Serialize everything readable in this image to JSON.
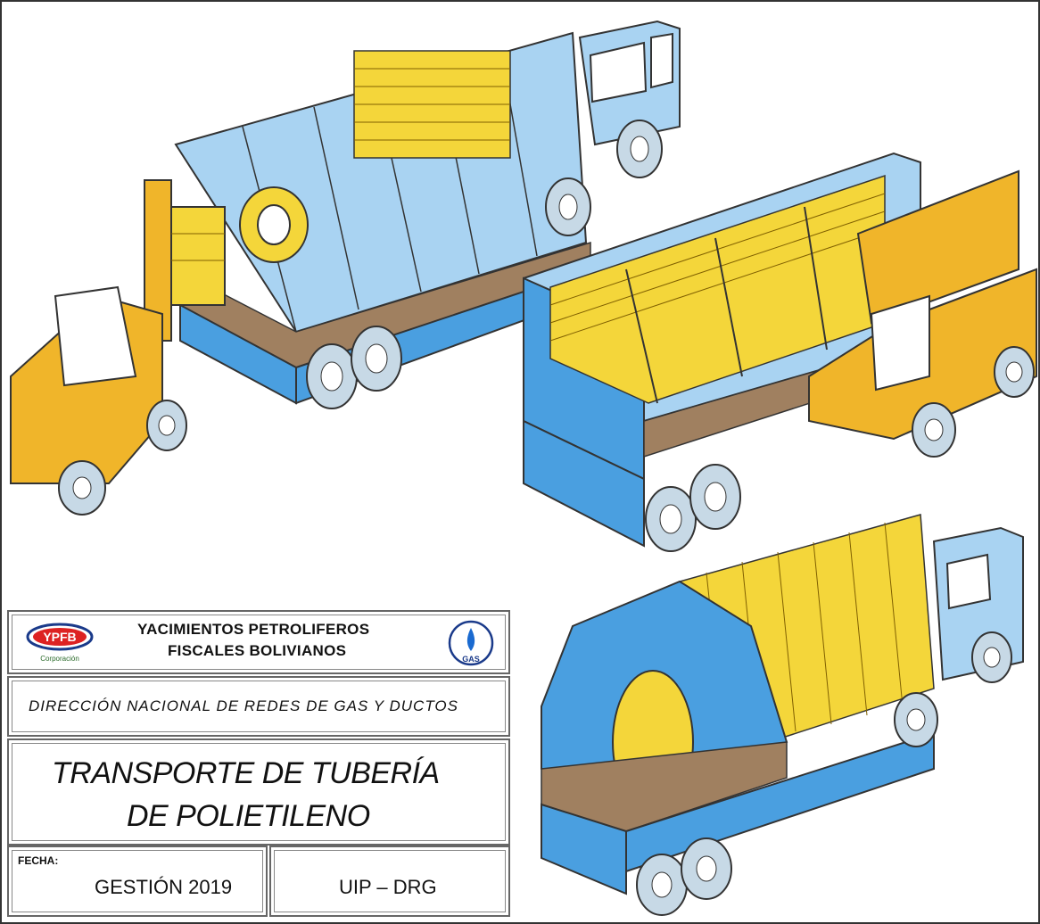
{
  "titleblock": {
    "org_line1": "YACIMIENTOS PETROLIFEROS",
    "org_line2": "FISCALES BOLIVIANOS",
    "logo_left_text": "YPFB",
    "logo_left_sub": "Corporación",
    "logo_right_text": "GAS",
    "direction": "DIRECCIÓN NACIONAL DE REDES DE GAS Y DUCTOS",
    "title_line1": "TRANSPORTE DE TUBERÍA",
    "title_line2": "DE POLIETILENO",
    "date_label": "FECHA:",
    "date_value": "GESTIÓN 2019",
    "code_value": "UIP – DRG"
  },
  "colors": {
    "truck_blue": "#4a9fe0",
    "truck_light_blue": "#a9d3f2",
    "pipe_yellow": "#f4d63a",
    "forklift_orange": "#f0b52a",
    "tire_gray": "#c7d9e6",
    "bed_brown": "#a08060"
  }
}
